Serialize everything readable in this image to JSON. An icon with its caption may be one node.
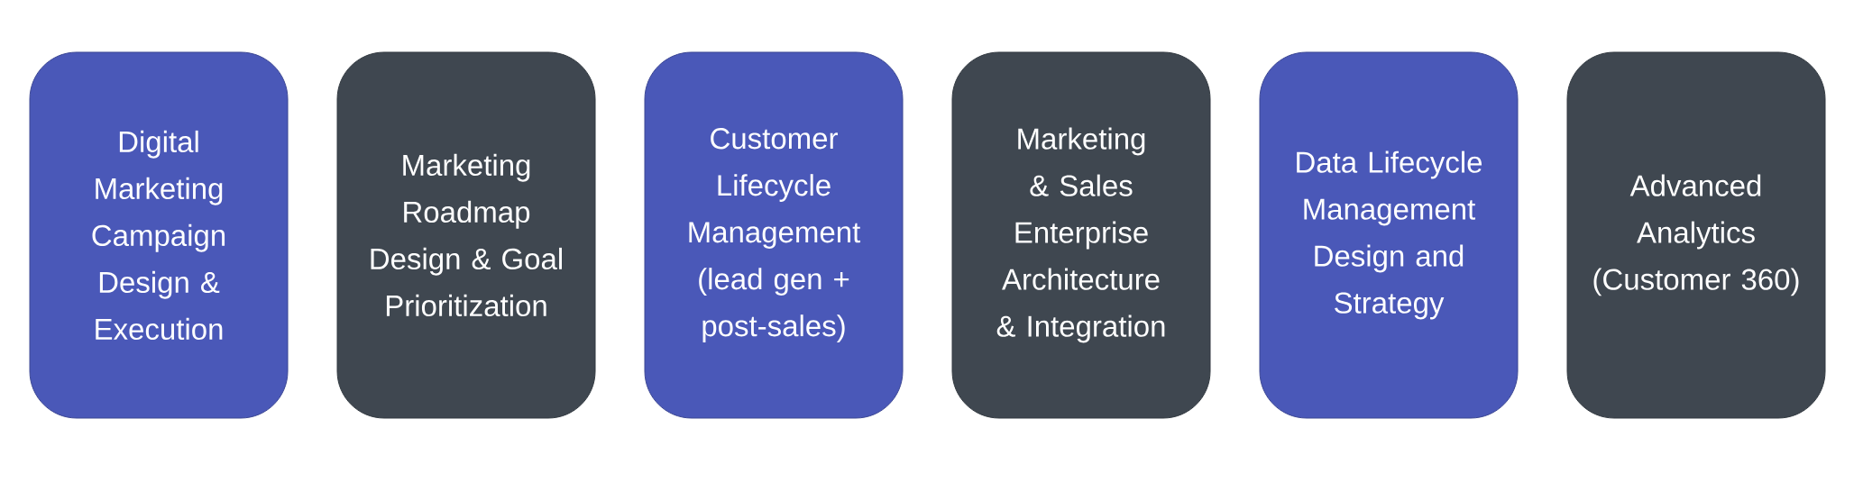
{
  "diagram": {
    "nodes": [
      {
        "text": [
          "Digital Marketing Campaign Design & Execution"
        ]
      },
      {
        "text": [
          "Marketing Roadmap Design & Goal Prioritization"
        ]
      },
      {
        "text": [
          "Customer Lifecycle Management (lead gen + post-sales)"
        ]
      },
      {
        "text": [
          "Marketing & Sales Enterprise Architecture & Integration"
        ]
      },
      {
        "text": [
          "Data Lifecycle Management Design and Strategy"
        ]
      },
      {
        "text": [
          "Advanced Analytics (Customer 360)"
        ]
      }
    ]
  }
}
